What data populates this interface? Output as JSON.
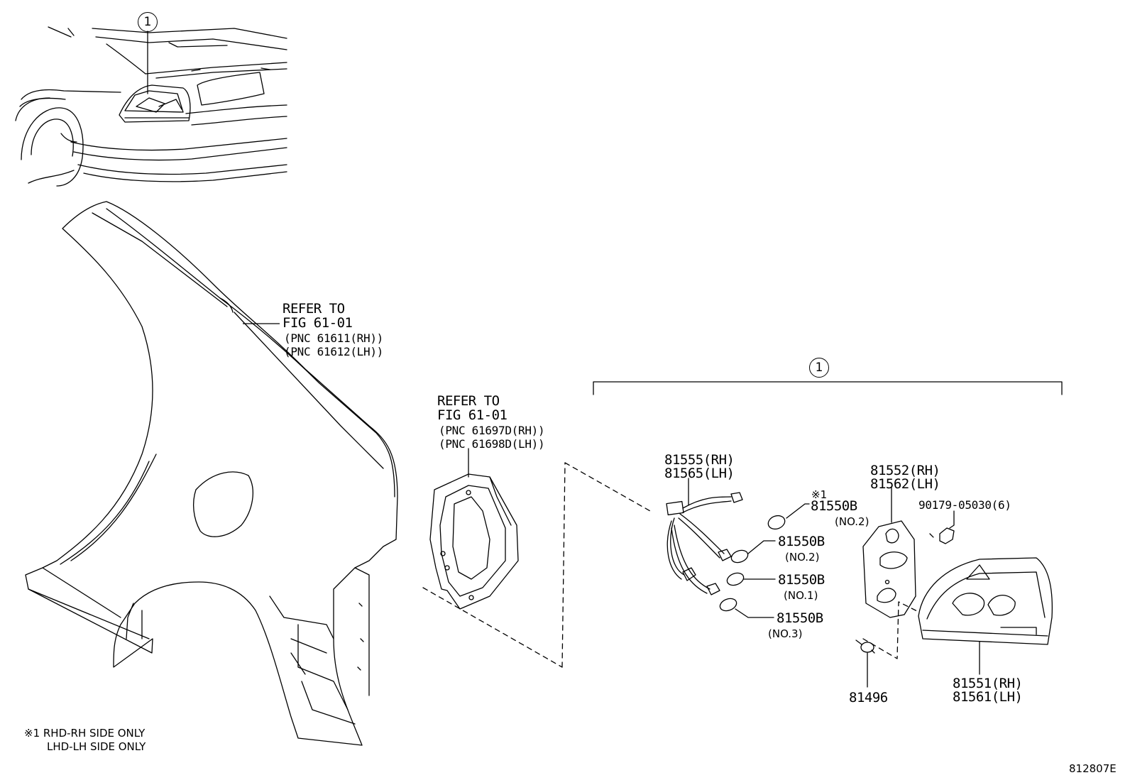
{
  "callout": {
    "number": "1"
  },
  "refer_quarter_panel": {
    "line1": "REFER TO",
    "line2": "FIG 61-01",
    "line3": "(PNC 61611(RH))",
    "line4": "(PNC 61612(LH))"
  },
  "refer_inner_panel": {
    "line1": "REFER TO",
    "line2": "FIG 61-01",
    "line3": "(PNC 61697D(RH))",
    "line4": "(PNC 61698D(LH))"
  },
  "parts": {
    "socket_wire": {
      "rh": "81555(RH)",
      "lh": "81565(LH)"
    },
    "bulb_a": {
      "mark": "※1",
      "pn": "81550B",
      "sub": "(NO.2)"
    },
    "bulb_b": {
      "pn": "81550B",
      "sub": "(NO.2)"
    },
    "bulb_c": {
      "pn": "81550B",
      "sub": "(NO.1)"
    },
    "bulb_d": {
      "pn": "81550B",
      "sub": "(NO.3)"
    },
    "gasket": {
      "rh": "81552(RH)",
      "lh": "81562(LH)"
    },
    "nut": {
      "pn": "90179-05030(6)"
    },
    "clip": {
      "pn": "81496"
    },
    "lens": {
      "rh": "81551(RH)",
      "lh": "81561(LH)"
    }
  },
  "footnote": {
    "line1": "※1 RHD-RH SIDE ONLY",
    "line2": "LHD-LH SIDE ONLY"
  },
  "figure_id": "812807E"
}
